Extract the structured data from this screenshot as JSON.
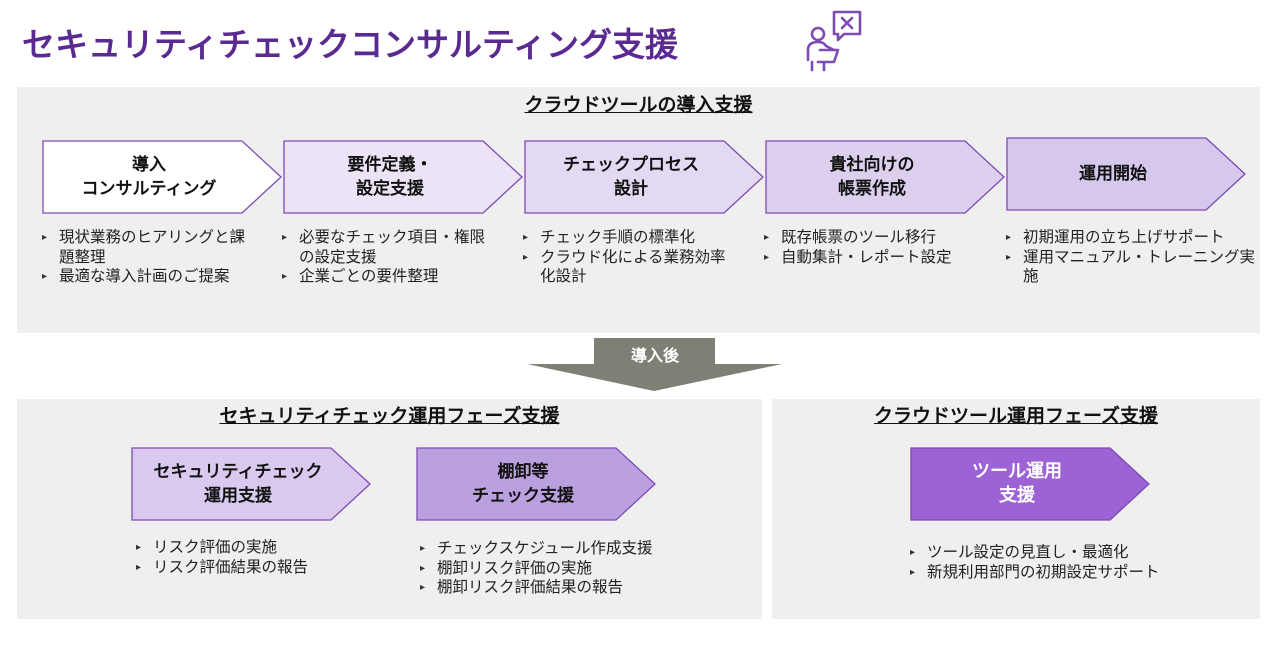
{
  "title": "セキュリティチェックコンサルティング支援",
  "colors": {
    "title": "#5a2a91",
    "panel_bg": "#efefef",
    "stroke": "#7d4bb4",
    "fill_white": "#ffffff",
    "fill_light": "#ece4f6",
    "fill_mid": "#ddd0ef",
    "fill_strong": "#c9b3e6",
    "fill_deep": "#b89adc",
    "fill_dark": "#9d63d6",
    "arrow_gray": "#7f7f76"
  },
  "icons": {
    "title_icon": "consultant-speech-bubble-x-icon"
  },
  "intro_panel": {
    "title": "クラウドツールの導入支援",
    "steps": [
      {
        "label": "導入\nコンサルティング",
        "bullets": [
          "現状業務のヒアリングと課題整理",
          "最適な導入計画のご提案"
        ]
      },
      {
        "label": "要件定義・\n設定支援",
        "bullets": [
          "必要なチェック項目・権限の設定支援",
          "企業ごとの要件整理"
        ]
      },
      {
        "label": "チェックプロセス\n設計",
        "bullets": [
          "チェック手順の標準化",
          "クラウド化による業務効率化設計"
        ]
      },
      {
        "label": "貴社向けの\n帳票作成",
        "bullets": [
          "既存帳票のツール移行",
          "自動集計・レポート設定"
        ]
      },
      {
        "label": "運用開始",
        "bullets": [
          "初期運用の立ち上げサポート",
          "運用マニュアル・トレーニング実施"
        ]
      }
    ]
  },
  "transition_label": "導入後",
  "security_panel": {
    "title": "セキュリティチェック運用フェーズ支援",
    "steps": [
      {
        "label": "セキュリティチェック\n運用支援",
        "bullets": [
          "リスク評価の実施",
          "リスク評価結果の報告"
        ]
      },
      {
        "label": "棚卸等\nチェック支援",
        "bullets": [
          "チェックスケジュール作成支援",
          "棚卸リスク評価の実施",
          "棚卸リスク評価結果の報告"
        ]
      }
    ]
  },
  "cloud_panel": {
    "title": "クラウドツール運用フェーズ支援",
    "steps": [
      {
        "label": "ツール運用\n支援",
        "bullets": [
          "ツール設定の見直し・最適化",
          "新規利用部門の初期設定サポート"
        ]
      }
    ]
  },
  "bullet_glyph": "▸"
}
